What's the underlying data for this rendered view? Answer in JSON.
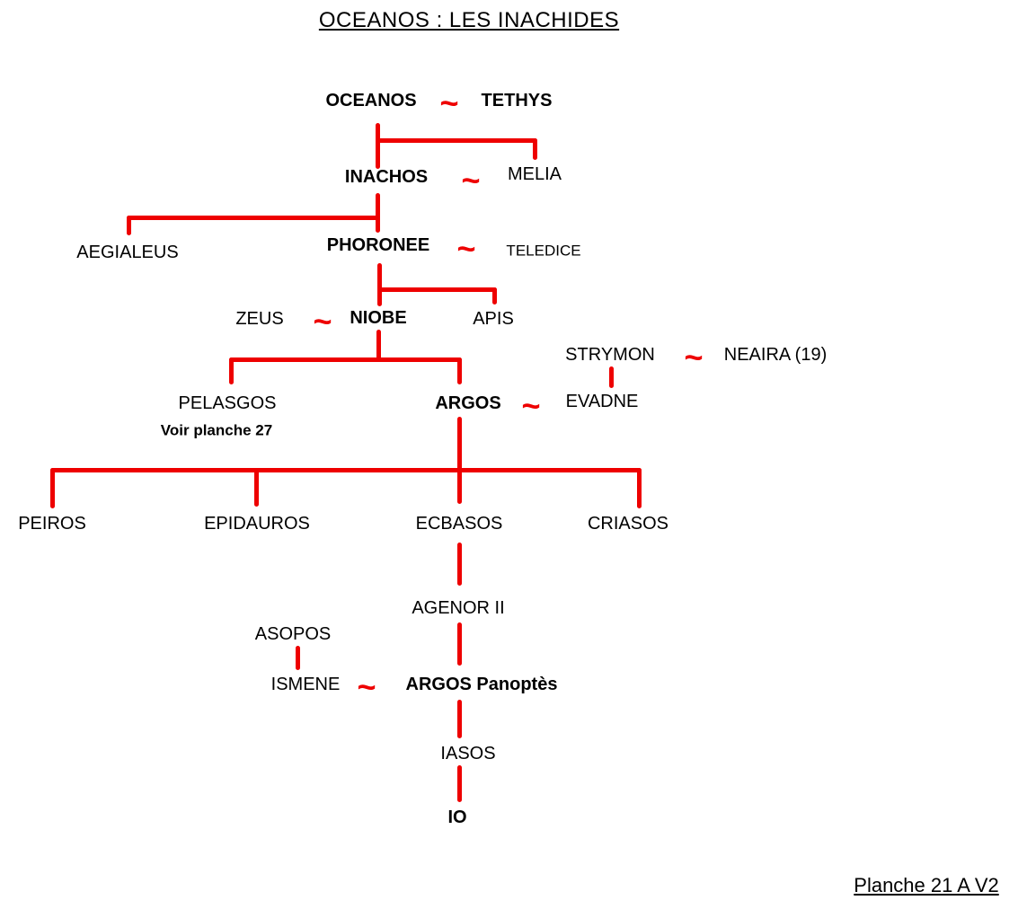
{
  "title": "OCEANOS : LES INACHIDES",
  "plate": "Planche 21 A V2",
  "symbols": {
    "union": "~"
  },
  "colors": {
    "line": "#ee0000",
    "text": "#000000"
  },
  "persons": {
    "oceanos": "OCEANOS",
    "tethys": "TETHYS",
    "inachos": "INACHOS",
    "melia": "MELIA",
    "aegialeus": "AEGIALEUS",
    "phoronee": "PHORONEE",
    "teledice": "TELEDICE",
    "zeus": "ZEUS",
    "niobe": "NIOBE",
    "apis": "APIS",
    "strymon": "STRYMON",
    "neaira": "NEAIRA (19)",
    "pelasgos": "PELASGOS",
    "pelasgos_note": "Voir planche 27",
    "argos": "ARGOS",
    "evadne": "EVADNE",
    "peiros": "PEIROS",
    "epidauros": "EPIDAUROS",
    "ecbasos": "ECBASOS",
    "criasos": "CRIASOS",
    "agenor_ii": "AGENOR II",
    "asopos": "ASOPOS",
    "ismene": "ISMENE",
    "argos_panoptes": "ARGOS Panoptès",
    "iasos": "IASOS",
    "io": "IO"
  }
}
